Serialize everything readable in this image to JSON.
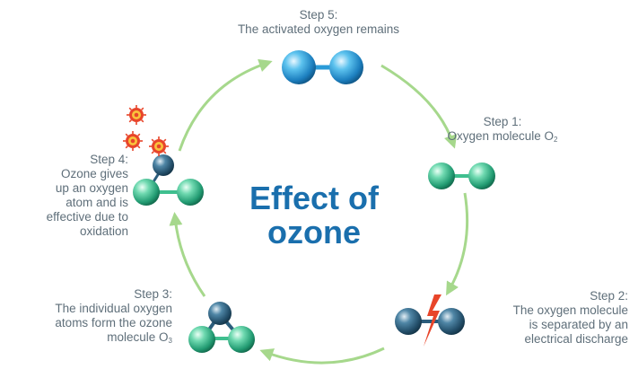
{
  "title": {
    "line1": "Effect of",
    "line2": "ozone"
  },
  "steps": [
    {
      "heading": "Step 1:",
      "lines": [
        "Oxygen molecule O"
      ],
      "subscript": "2"
    },
    {
      "heading": "Step 2:",
      "lines": [
        "The oxygen molecule",
        "is separated by an",
        "electrical discharge"
      ]
    },
    {
      "heading": "Step 3:",
      "lines": [
        "The individual oxygen",
        "atoms form the ozone",
        "molecule O"
      ],
      "subscript": "3"
    },
    {
      "heading": "Step 4:",
      "lines": [
        "Ozone gives",
        "up an oxygen",
        "atom and is",
        "effective due to",
        "oxidation"
      ]
    },
    {
      "heading": "Step 5:",
      "lines": [
        "The activated oxygen remains"
      ]
    }
  ],
  "colors": {
    "title": "#1a6fad",
    "label": "#5f6f7a",
    "arrow": "#a6d88c",
    "green_atom": "#3fbf8f",
    "blue_atom": "#2a9bd8",
    "dark_atom": "#2b5d7c",
    "spark": "#e8452a",
    "burst": "#e8452a"
  },
  "icons": [
    "green-oxygen-atom",
    "blue-oxygen-atom",
    "dark-oxygen-atom",
    "lightning-spark-icon",
    "reaction-burst-icon"
  ]
}
